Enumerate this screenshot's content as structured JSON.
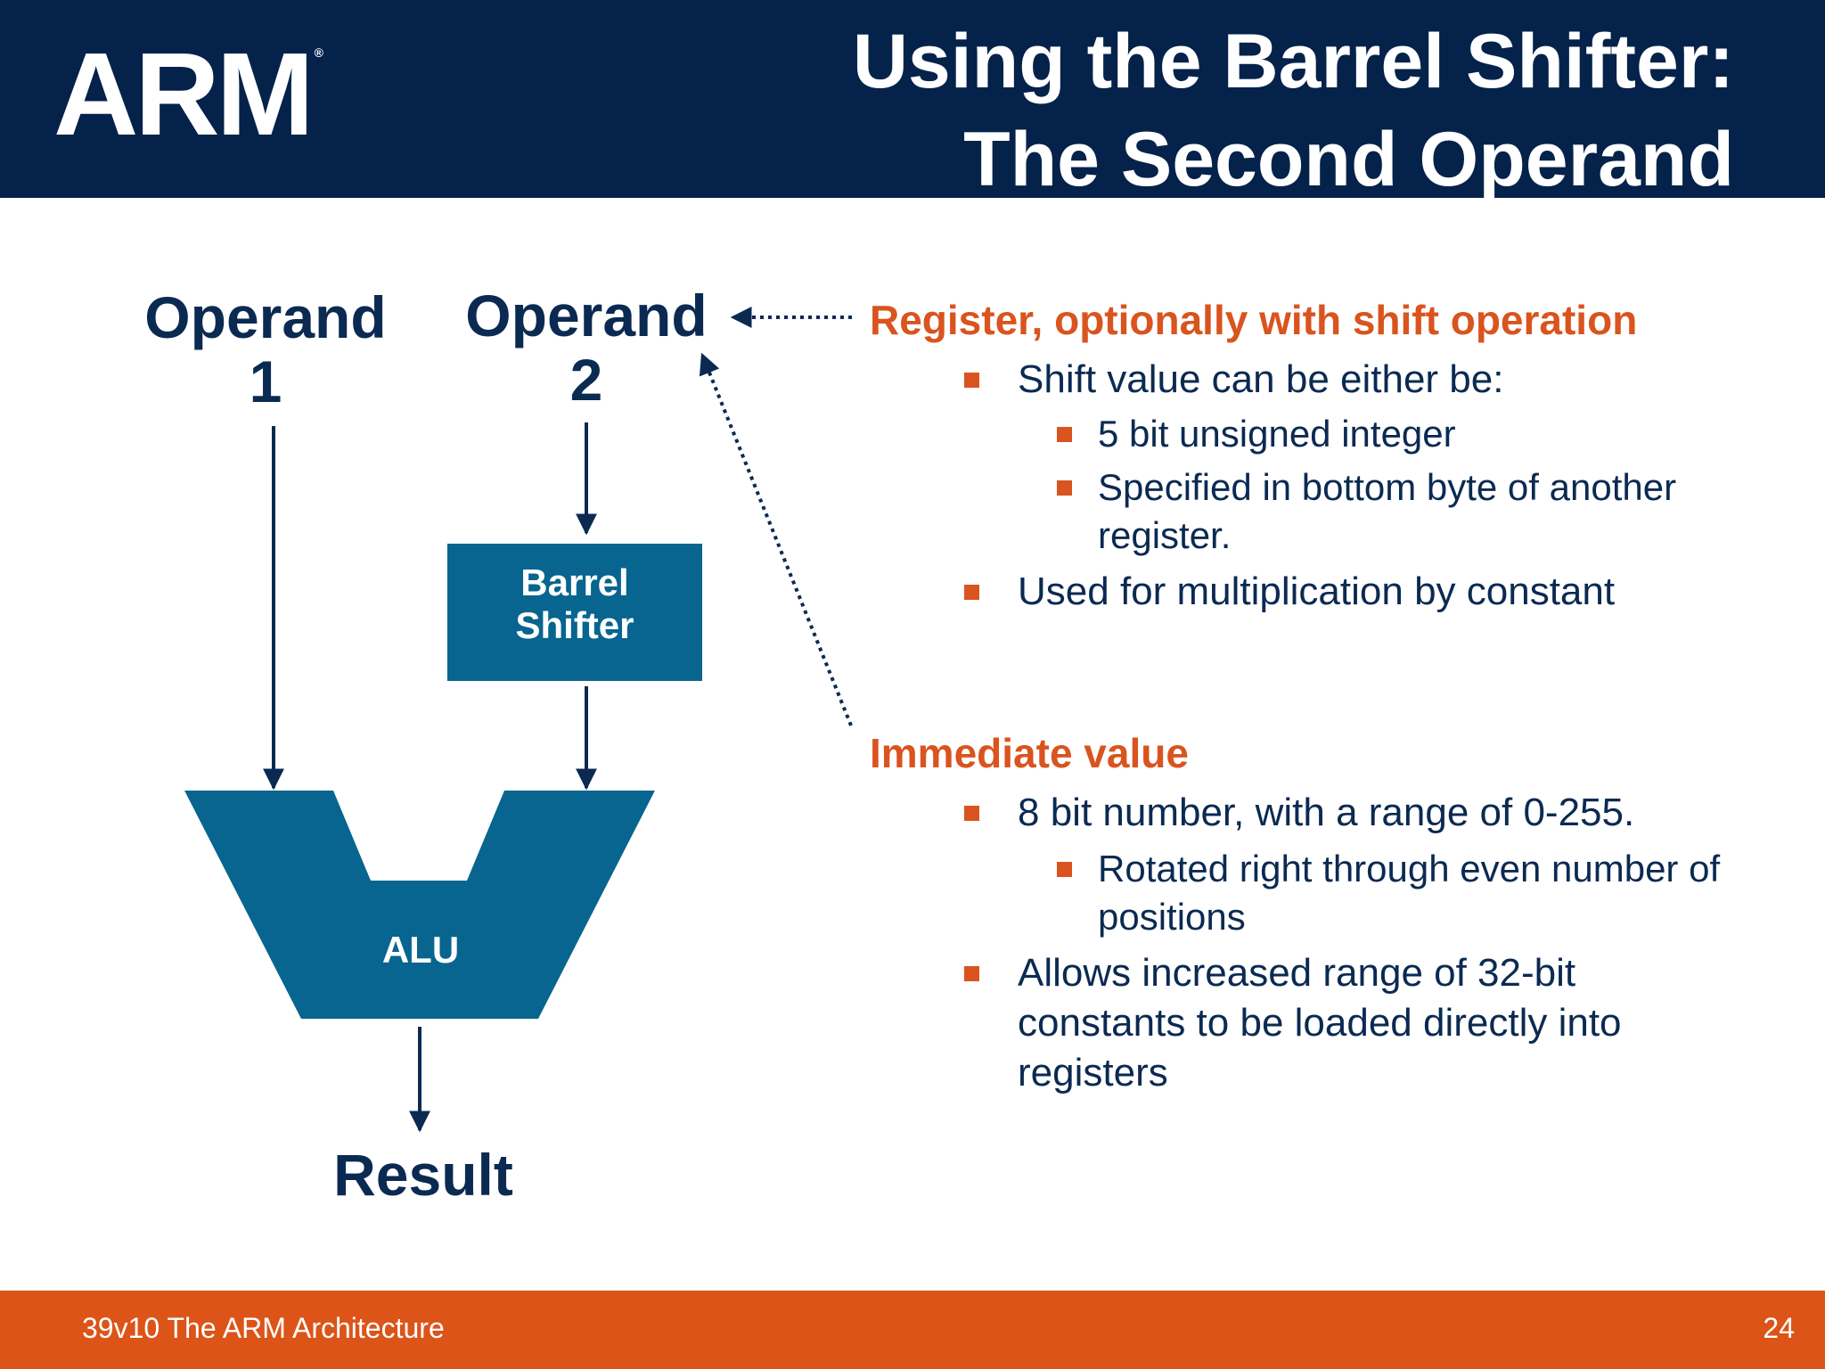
{
  "header": {
    "logo_text": "ARM",
    "logo_mark": "®",
    "title_line1": "Using the Barrel Shifter:",
    "title_line2": "The Second Operand"
  },
  "diagram": {
    "operand1_line1": "Operand",
    "operand1_line2": "1",
    "operand2_line1": "Operand",
    "operand2_line2": "2",
    "barrel_line1": "Barrel",
    "barrel_line2": "Shifter",
    "alu_label": "ALU",
    "result_label": "Result"
  },
  "register_section": {
    "heading": "Register, optionally with shift operation",
    "bullet1": "Shift value can be either be:",
    "sub1": " 5 bit unsigned integer",
    "sub2": "Specified in bottom byte of another register.",
    "bullet2": "Used for multiplication by constant"
  },
  "immediate_section": {
    "heading": "Immediate value",
    "bullet1": "8 bit number, with a range of 0-255.",
    "sub1": "Rotated right through even number of positions",
    "bullet2": "Allows increased range of 32-bit constants to be loaded directly into registers"
  },
  "footer": {
    "left_text": "39v10 The ARM Architecture",
    "page_number": "24"
  },
  "colors": {
    "header_bg": "#04224a",
    "footer_bg": "#dc5418",
    "accent_orange": "#d9541e",
    "block_blue": "#07658f",
    "text_navy": "#0b2a52"
  }
}
